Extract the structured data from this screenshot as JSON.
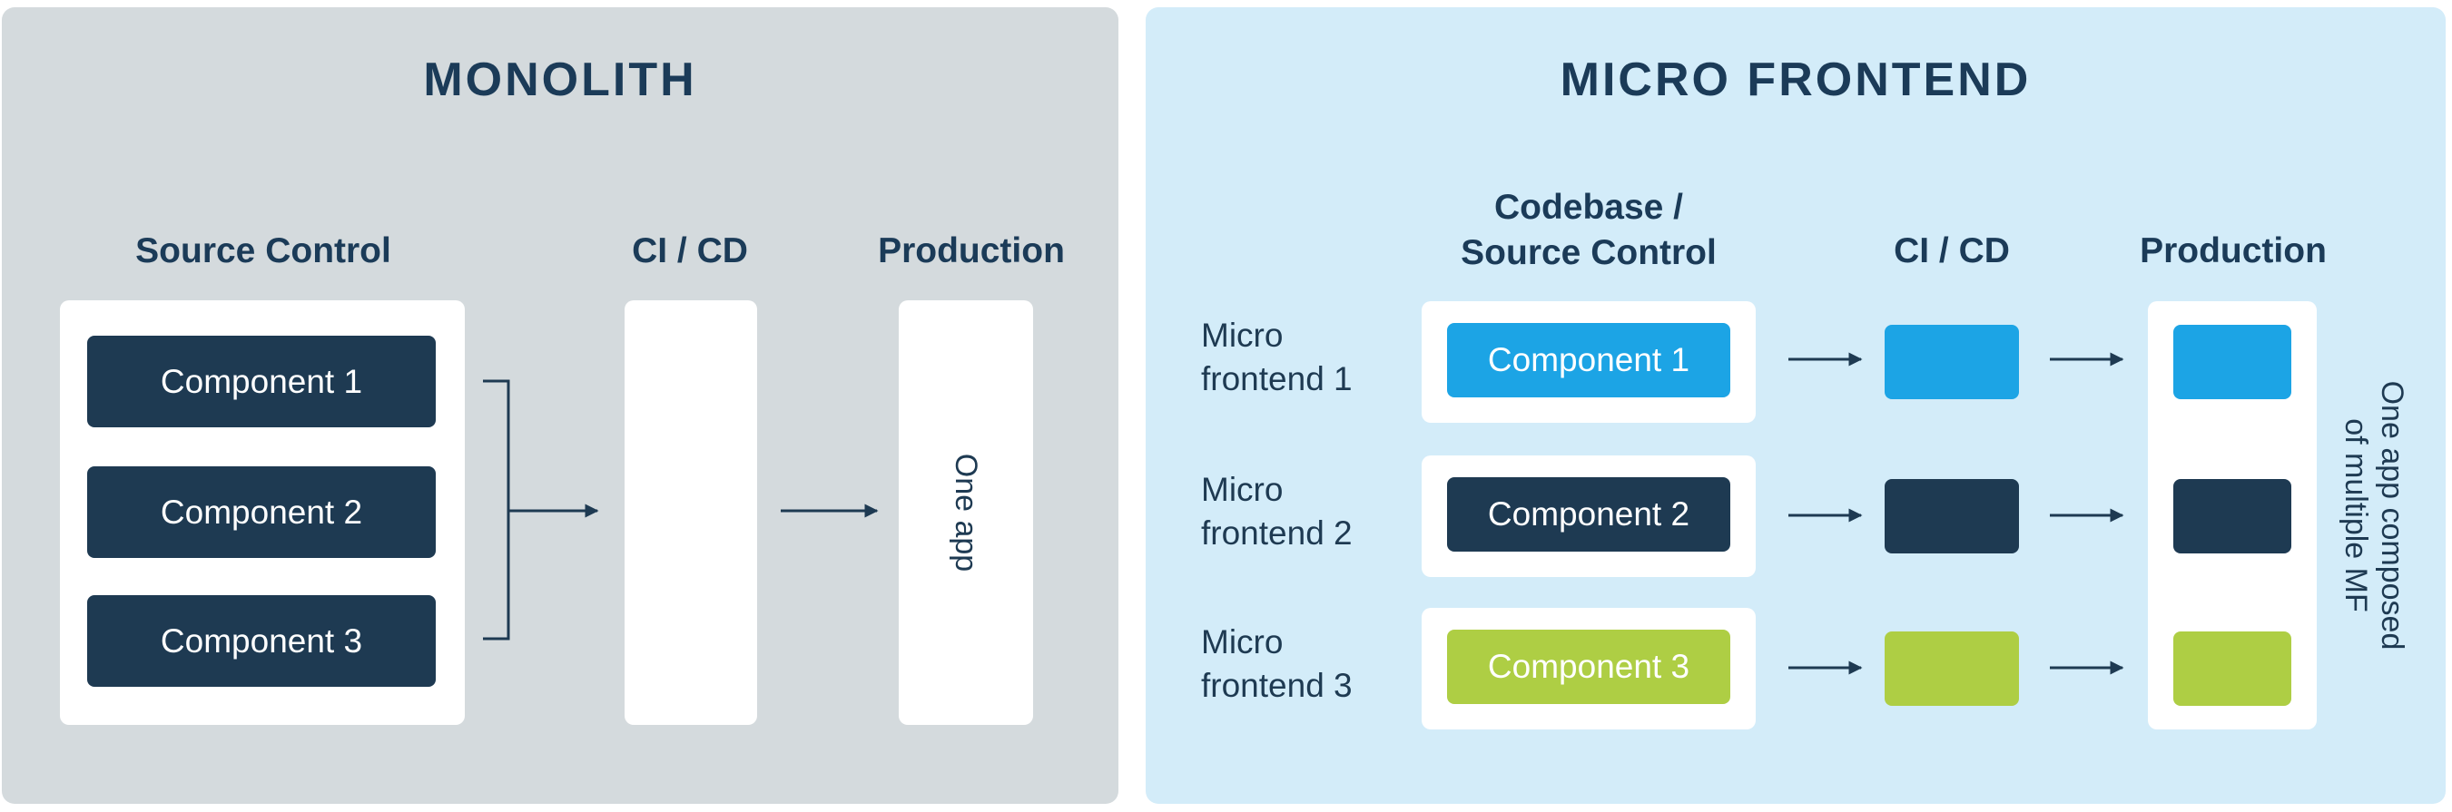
{
  "colors": {
    "monolith_panel": "#d4dadd",
    "micro_panel": "#d3ecf9",
    "navy": "#1e3a52",
    "blue": "#1ca4e5",
    "green": "#aece44"
  },
  "monolith": {
    "title": "MONOLITH",
    "source_control_label": "Source Control",
    "cicd_label": "CI / CD",
    "production_label": "Production",
    "components": [
      "Component 1",
      "Component 2",
      "Component 3"
    ],
    "production_text": "One app"
  },
  "micro": {
    "title": "MICRO FRONTEND",
    "codebase_label": "Codebase /\nSource Control",
    "cicd_label": "CI / CD",
    "production_label": "Production",
    "rows": [
      {
        "label": "Micro\nfrontend 1",
        "component": "Component 1",
        "color": "#1ca4e5"
      },
      {
        "label": "Micro\nfrontend 2",
        "component": "Component 2",
        "color": "#1e3a52"
      },
      {
        "label": "Micro\nfrontend 3",
        "component": "Component 3",
        "color": "#aece44"
      }
    ],
    "production_note": "One app composed\nof multiple MF"
  }
}
